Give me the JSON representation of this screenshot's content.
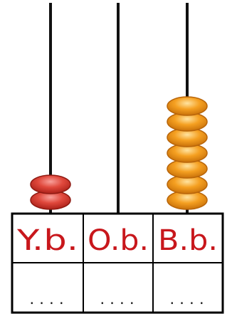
{
  "columns": [
    {
      "key": "yb",
      "label": "Y.b.",
      "answer_placeholder": "....",
      "bead_count": 2,
      "bead_color": "red"
    },
    {
      "key": "ob",
      "label": "O.b.",
      "answer_placeholder": "....",
      "bead_count": 0,
      "bead_color": "none"
    },
    {
      "key": "bb",
      "label": "B.b.",
      "answer_placeholder": "....",
      "bead_count": 7,
      "bead_color": "orange"
    }
  ],
  "colors": {
    "label_text": "#c8171c",
    "rod": "#111111",
    "grid": "#000000",
    "red_bead": "#e0483c",
    "orange_bead": "#f5a021"
  }
}
